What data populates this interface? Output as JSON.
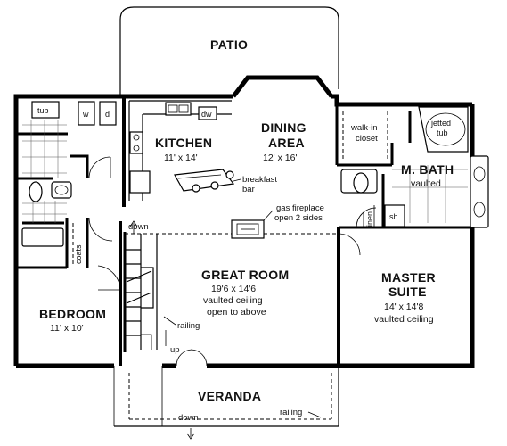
{
  "rooms": {
    "patio": {
      "name": "PATIO"
    },
    "kitchen": {
      "name": "KITCHEN",
      "size": "11' x 14'"
    },
    "dining": {
      "name_line1": "DINING",
      "name_line2": "AREA",
      "size": "12' x 16'"
    },
    "mbath": {
      "name": "M. BATH",
      "note": "vaulted"
    },
    "great_room": {
      "name": "GREAT ROOM",
      "size": "19'6 x 14'6",
      "note_line1": "vaulted ceiling",
      "note_line2": "open to above"
    },
    "master_suite": {
      "name_line1": "MASTER",
      "name_line2": "SUITE",
      "size": "14' x 14'8",
      "note": "vaulted ceiling"
    },
    "bedroom": {
      "name": "BEDROOM",
      "size": "11' x 10'"
    },
    "veranda": {
      "name": "VERANDA"
    }
  },
  "labels": {
    "breakfast_line1": "breakfast",
    "breakfast_line2": "bar",
    "fireplace_line1": "gas fireplace",
    "fireplace_line2": "open 2 sides",
    "walkin_line1": "walk-in",
    "walkin_line2": "closet",
    "jetted_line1": "jetted",
    "jetted_line2": "tub",
    "linen": "linen",
    "sh": "sh",
    "coats": "coats",
    "tub": "tub",
    "washer": "w",
    "dryer": "d",
    "dishwasher": "dw",
    "stair_down": "down",
    "stair_up": "up",
    "railing_stair": "railing",
    "veranda_down": "down",
    "veranda_railing": "railing"
  }
}
